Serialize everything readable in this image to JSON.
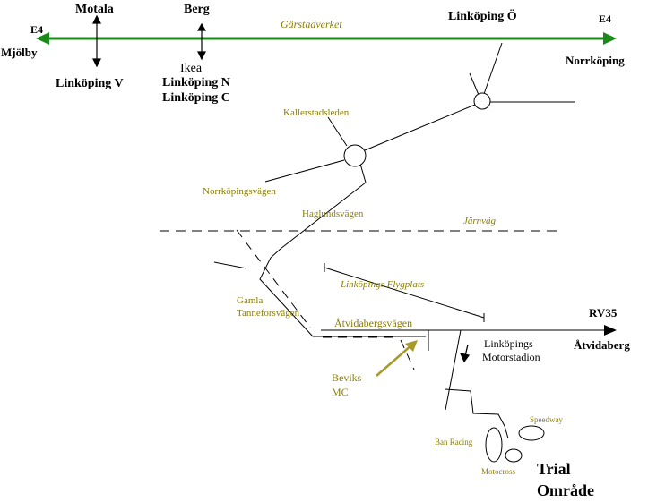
{
  "colors": {
    "highway": "#1a8a1a",
    "road": "#000000",
    "label_olive": "#8a7d0a",
    "arrow_olive": "#a89a2a",
    "text": "#000000",
    "background": "#ffffff"
  },
  "highway": {
    "route_left": "E4",
    "route_right": "E4",
    "city_left": "Mjölby",
    "city_right": "Norrköping",
    "industrial_area": "Gärstadverket"
  },
  "exits": {
    "motala": "Motala",
    "linkoping_v": "Linköping V",
    "berg": "Berg",
    "ikea": "Ikea",
    "linkoping_n": "Linköping N",
    "linkoping_c": "Linköping C",
    "linkoping_o": "Linköping Ö"
  },
  "roads": {
    "kallerstadsleden": "Kallerstadsleden",
    "norrkopingsvagen": "Norrköpingsvägen",
    "haglundsvagen": "Haglundsvägen",
    "jarnvag": "Järnväg",
    "flygplats": "Linköpings Flygplats",
    "gamla_line1": "Gamla",
    "gamla_line2": "Tanneforsvägen",
    "atvidabergsvagen": "Åtvidabergsvägen"
  },
  "rv35": {
    "route": "RV35",
    "destination": "Åtvidaberg"
  },
  "venues": {
    "motorstadion_line1": "Linköpings",
    "motorstadion_line2": "Motorstadion",
    "beviks_line1": "Beviks",
    "beviks_line2": "MC",
    "speedway": "Speedway",
    "ban_racing": "Ban Racing",
    "motocross": "Motocross",
    "trial_line1": "Trial",
    "trial_line2": "Område"
  }
}
